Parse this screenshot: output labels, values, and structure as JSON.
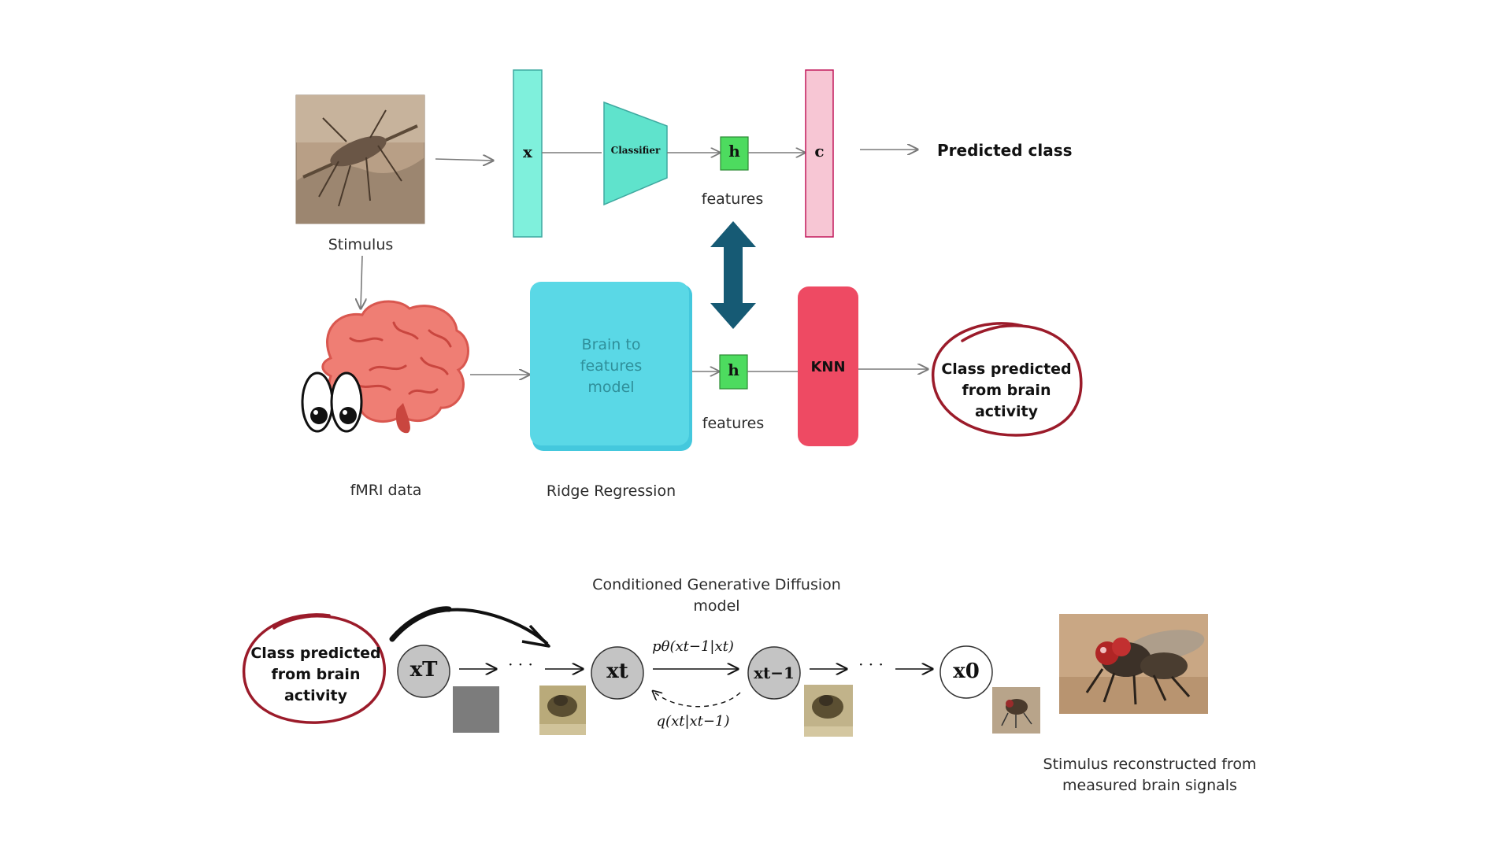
{
  "top_pipeline": {
    "stimulus_label": "Stimulus",
    "x_label": "x",
    "classifier_label": "Classifier",
    "h_label": "h",
    "features_label": "features",
    "c_label": "c",
    "predicted_class_label": "Predicted class"
  },
  "brain_pipeline": {
    "fmri_label": "fMRI data",
    "model_label": "Brain to features model",
    "ridge_label": "Ridge Regression",
    "h_label": "h",
    "features_label": "features",
    "knn_label": "KNN",
    "class_predicted_label": "Class predicted from brain activity"
  },
  "diffusion": {
    "title": "Conditioned Generative  Diffusion model",
    "class_predicted_label": "Class predicted from brain activity",
    "node_xT": "xT",
    "node_xt": "xt",
    "node_xt_minus_1": "xt−1",
    "node_x0": "x0",
    "ellipsis": "· · ·",
    "forward_process": "pθ(xt−1|xt)",
    "reverse_process": "q(xt|xt−1)",
    "reconstructed_label": "Stimulus reconstructed from measured brain signals"
  },
  "colors": {
    "x_box": "#7ff0dc",
    "classifier": "#5fe3cc",
    "h_box": "#4ddb5f",
    "c_box": "#f7c6d4",
    "model_box": "#5ad8e6",
    "knn_box": "#ee4a63",
    "double_arrow": "#165a74",
    "circle_red": "#9b1b2a",
    "node_fill": "#c4c4c4"
  }
}
